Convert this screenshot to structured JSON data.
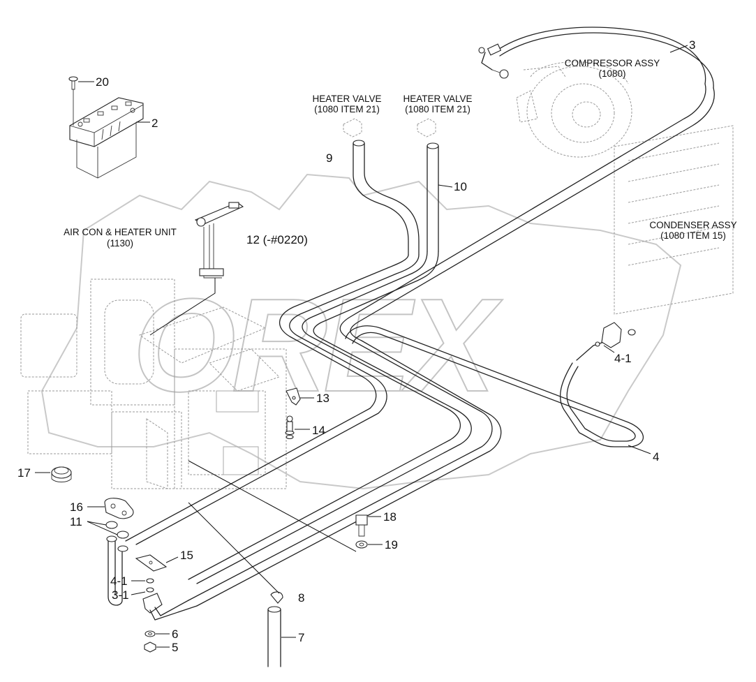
{
  "labels": {
    "compressor": {
      "line1": "COMPRESSOR ASSY",
      "line2": "(1080)"
    },
    "heater_valve_left": {
      "line1": "HEATER VALVE",
      "line2": "(1080 ITEM 21)"
    },
    "heater_valve_right": {
      "line1": "HEATER VALVE",
      "line2": "(1080 ITEM 21)"
    },
    "aircon_unit": {
      "line1": "AIR CON & HEATER UNIT",
      "line2": "(1130)"
    },
    "condenser": {
      "line1": "CONDENSER ASSY",
      "line2": "(1080 ITEM 15)"
    }
  },
  "callouts": {
    "c2": "2",
    "c3": "3",
    "c4": "4",
    "c4_1_top": "4-1",
    "c4_1_bottom": "4-1",
    "c3_1": "3-1",
    "c5": "5",
    "c6": "6",
    "c7": "7",
    "c8": "8",
    "c9": "9",
    "c10": "10",
    "c11": "11",
    "c12": "12 (-#0220)",
    "c13": "13",
    "c14": "14",
    "c15": "15",
    "c16": "16",
    "c17": "17",
    "c18": "18",
    "c19": "19",
    "c20": "20"
  },
  "watermark": "OREX"
}
